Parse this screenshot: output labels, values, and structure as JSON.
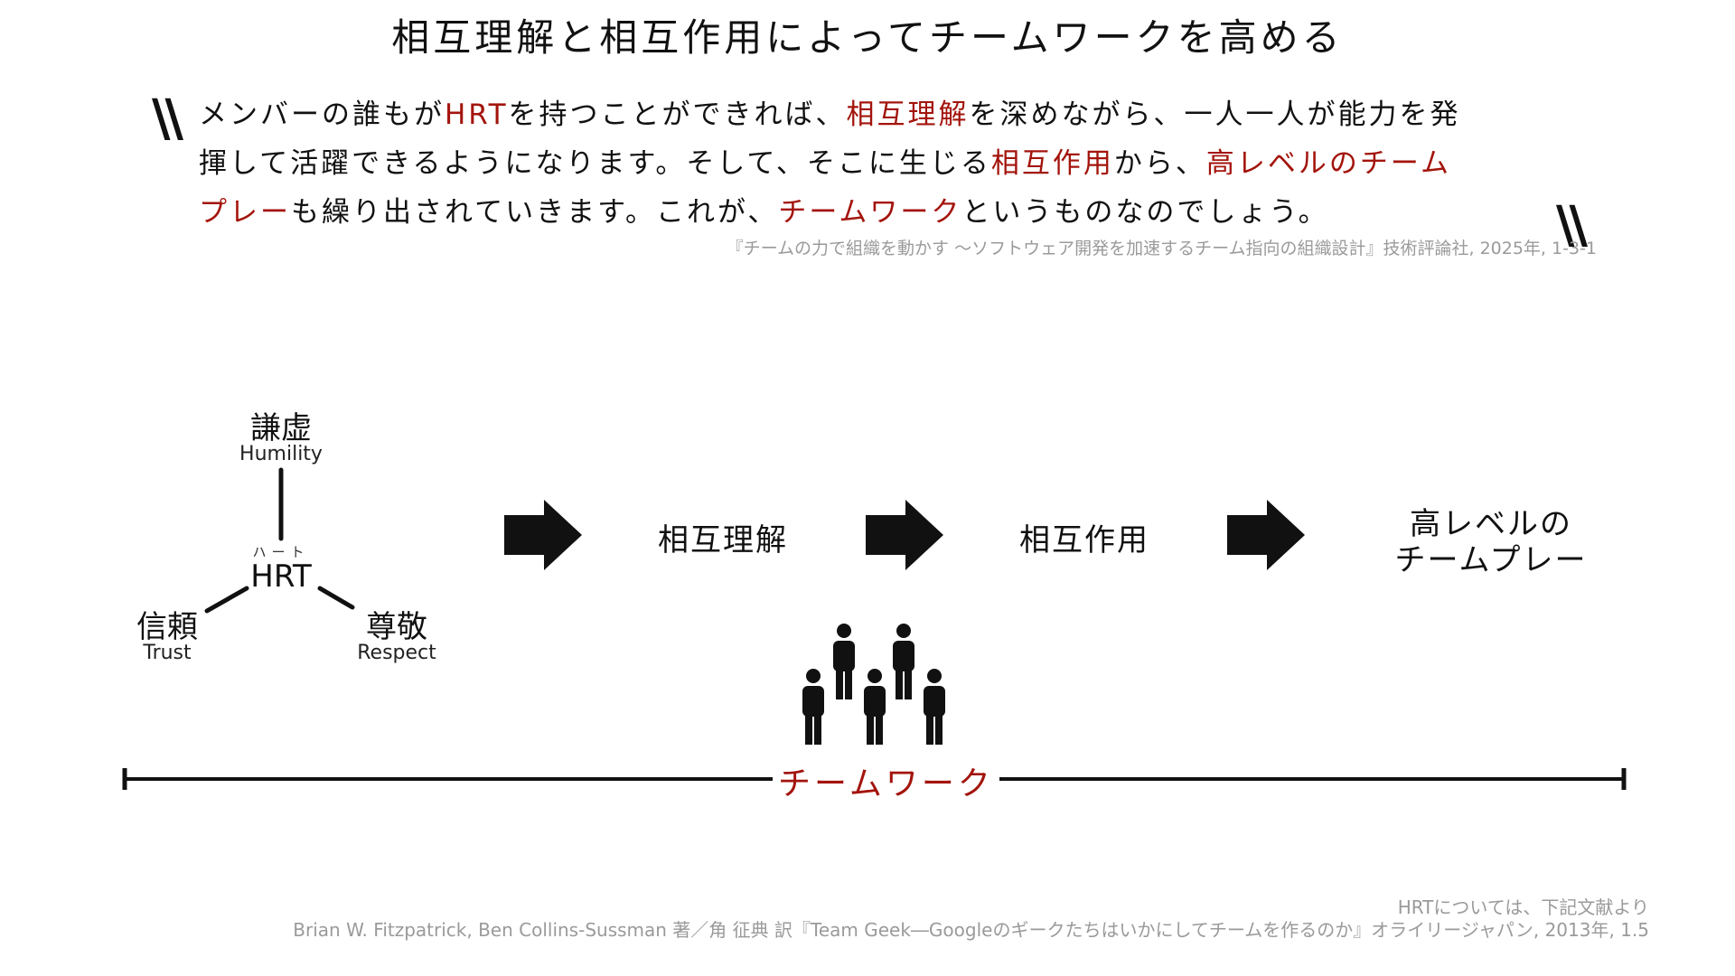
{
  "title": "相互理解と相互作用によってチームワークを高める",
  "quote": {
    "open_mark": "\\\\",
    "close_mark": "\\\\",
    "line1": {
      "a": "メンバーの誰もが",
      "b": "HRT",
      "c": "を持つことができれば、",
      "d": "相互理解",
      "e": "を深めながら、一人一人が能力を発"
    },
    "line2": {
      "a": "揮して活躍できるようになります。そして、そこに生じる",
      "b": "相互作用",
      "c": "から、",
      "d": "高レベルのチーム"
    },
    "line3": {
      "a": "プレー",
      "b": "も繰り出されていきます。これが、",
      "c": "チームワーク",
      "d": "というものなのでしょう。"
    },
    "source": "『チームの力で組織を動かす 〜ソフトウェア開発を加速するチーム指向の組織設計』技術評論社, 2025年, 1-3-1"
  },
  "hrt": {
    "ruby": "ハート",
    "center": "HRT",
    "humility_jp": "謙虚",
    "humility_en": "Humility",
    "trust_jp": "信頼",
    "trust_en": "Trust",
    "respect_jp": "尊敬",
    "respect_en": "Respect"
  },
  "flow": {
    "step1": "相互理解",
    "step2": "相互作用",
    "step3_line1": "高レベルの",
    "step3_line2": "チームプレー"
  },
  "teamwork_label": "チームワーク",
  "footnote": {
    "line1": "HRTについては、下記文献より",
    "line2": "Brian W. Fitzpatrick, Ben Collins-Sussman 著／角 征典 訳『Team Geek―Googleのギークたちはいかにしてチームを作るのか』オライリージャパン, 2013年, 1.5"
  },
  "colors": {
    "accent": "#a3140c",
    "muted": "#9a9a9a",
    "ink": "#111111"
  }
}
